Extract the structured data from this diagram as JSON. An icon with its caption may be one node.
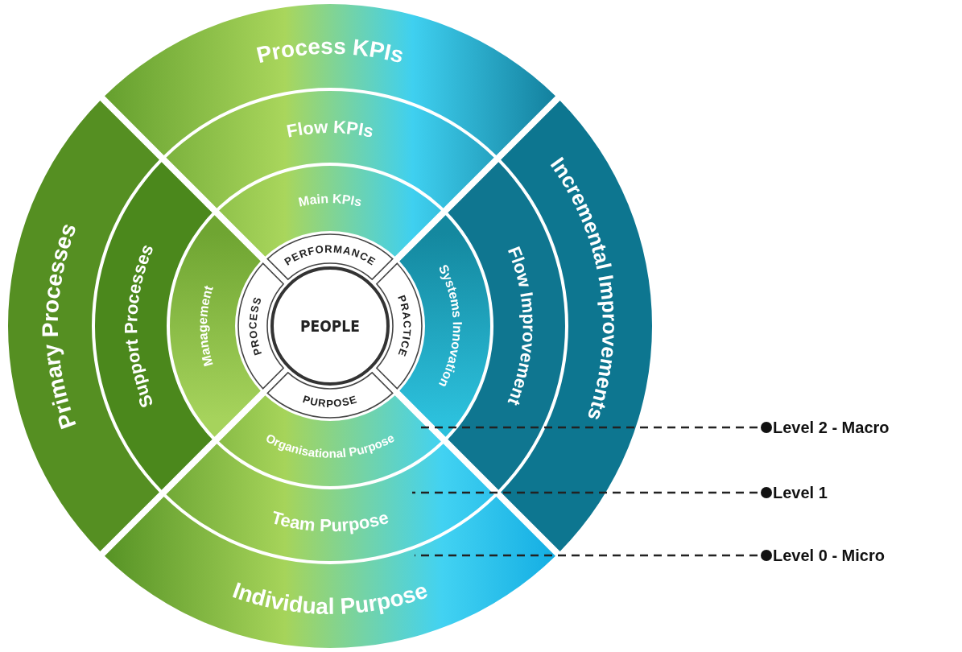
{
  "diagram": {
    "nodes": [
      {
        "text": [
          "Process KPIs"
        ]
      },
      {
        "text": [
          "Flow KPIs"
        ]
      },
      {
        "text": [
          "Main KPIs"
        ]
      },
      {
        "text": [
          "PERFORMANCE"
        ]
      },
      {
        "text": [
          "Primary Processes"
        ]
      },
      {
        "text": [
          "Support Processes"
        ]
      },
      {
        "text": [
          "Management"
        ]
      },
      {
        "text": [
          "PROCESS"
        ]
      },
      {
        "text": [
          "PEOPLE"
        ]
      },
      {
        "text": [
          "PRACTICE"
        ]
      },
      {
        "text": [
          "Systems Innovation"
        ]
      },
      {
        "text": [
          "Flow Improvement"
        ]
      },
      {
        "text": [
          "Incremental Improvements"
        ]
      },
      {
        "text": [
          "PURPOSE"
        ]
      },
      {
        "text": [
          "Organisational Purpose"
        ]
      },
      {
        "text": [
          "Team Purpose"
        ]
      },
      {
        "text": [
          "Individual Purpose"
        ]
      },
      {
        "text": [
          "Level 2 - Macro"
        ]
      },
      {
        "text": [
          "Level 1"
        ]
      },
      {
        "text": [
          "Level 0 - Micro"
        ]
      }
    ],
    "edges": [
      {
        "from": 17,
        "to": 14,
        "arrow": "other",
        "style": "dashed"
      },
      {
        "from": 18,
        "to": 15,
        "arrow": "other",
        "style": "dashed"
      },
      {
        "from": 19,
        "to": 16,
        "arrow": "other",
        "style": "dashed"
      }
    ]
  }
}
